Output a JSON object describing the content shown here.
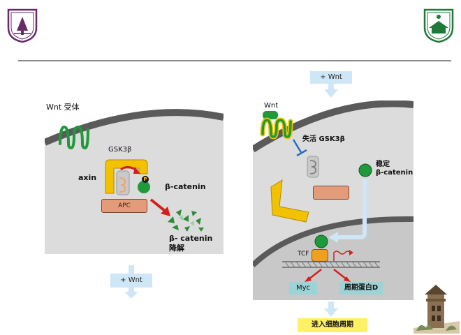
{
  "left_panel": {
    "receptor_label": "Wnt 受体",
    "gsk3b_label": "GSK3β",
    "axin_label": "axin",
    "phospho_label": "P",
    "bcatenin_label": "β-catenin",
    "apc_label": "APC",
    "degrade_line1": "β- catenin",
    "degrade_line2": "降解",
    "plus_wnt": "+ Wnt"
  },
  "right_panel": {
    "plus_wnt": "+ Wnt",
    "wnt_label": "Wnt",
    "inactivate_label": "失活 GSK3β",
    "stable_line1": "稳定",
    "stable_line2": "β-catenin",
    "tcf_label": "TCF",
    "myc_label": "Myc",
    "cyclin_label": "周期蛋白D",
    "cell_cycle_label": "进入细胞周期"
  },
  "colors": {
    "membrane_green": "#2e8b3a",
    "receptor_green": "#1f9a3a",
    "axin_yellow": "#f2c200",
    "apc_salmon": "#e49b7a",
    "arrow_red": "#d11f1f",
    "flow_blue": "#cfe6f7",
    "gsk_gray": "#c9c9c9"
  }
}
